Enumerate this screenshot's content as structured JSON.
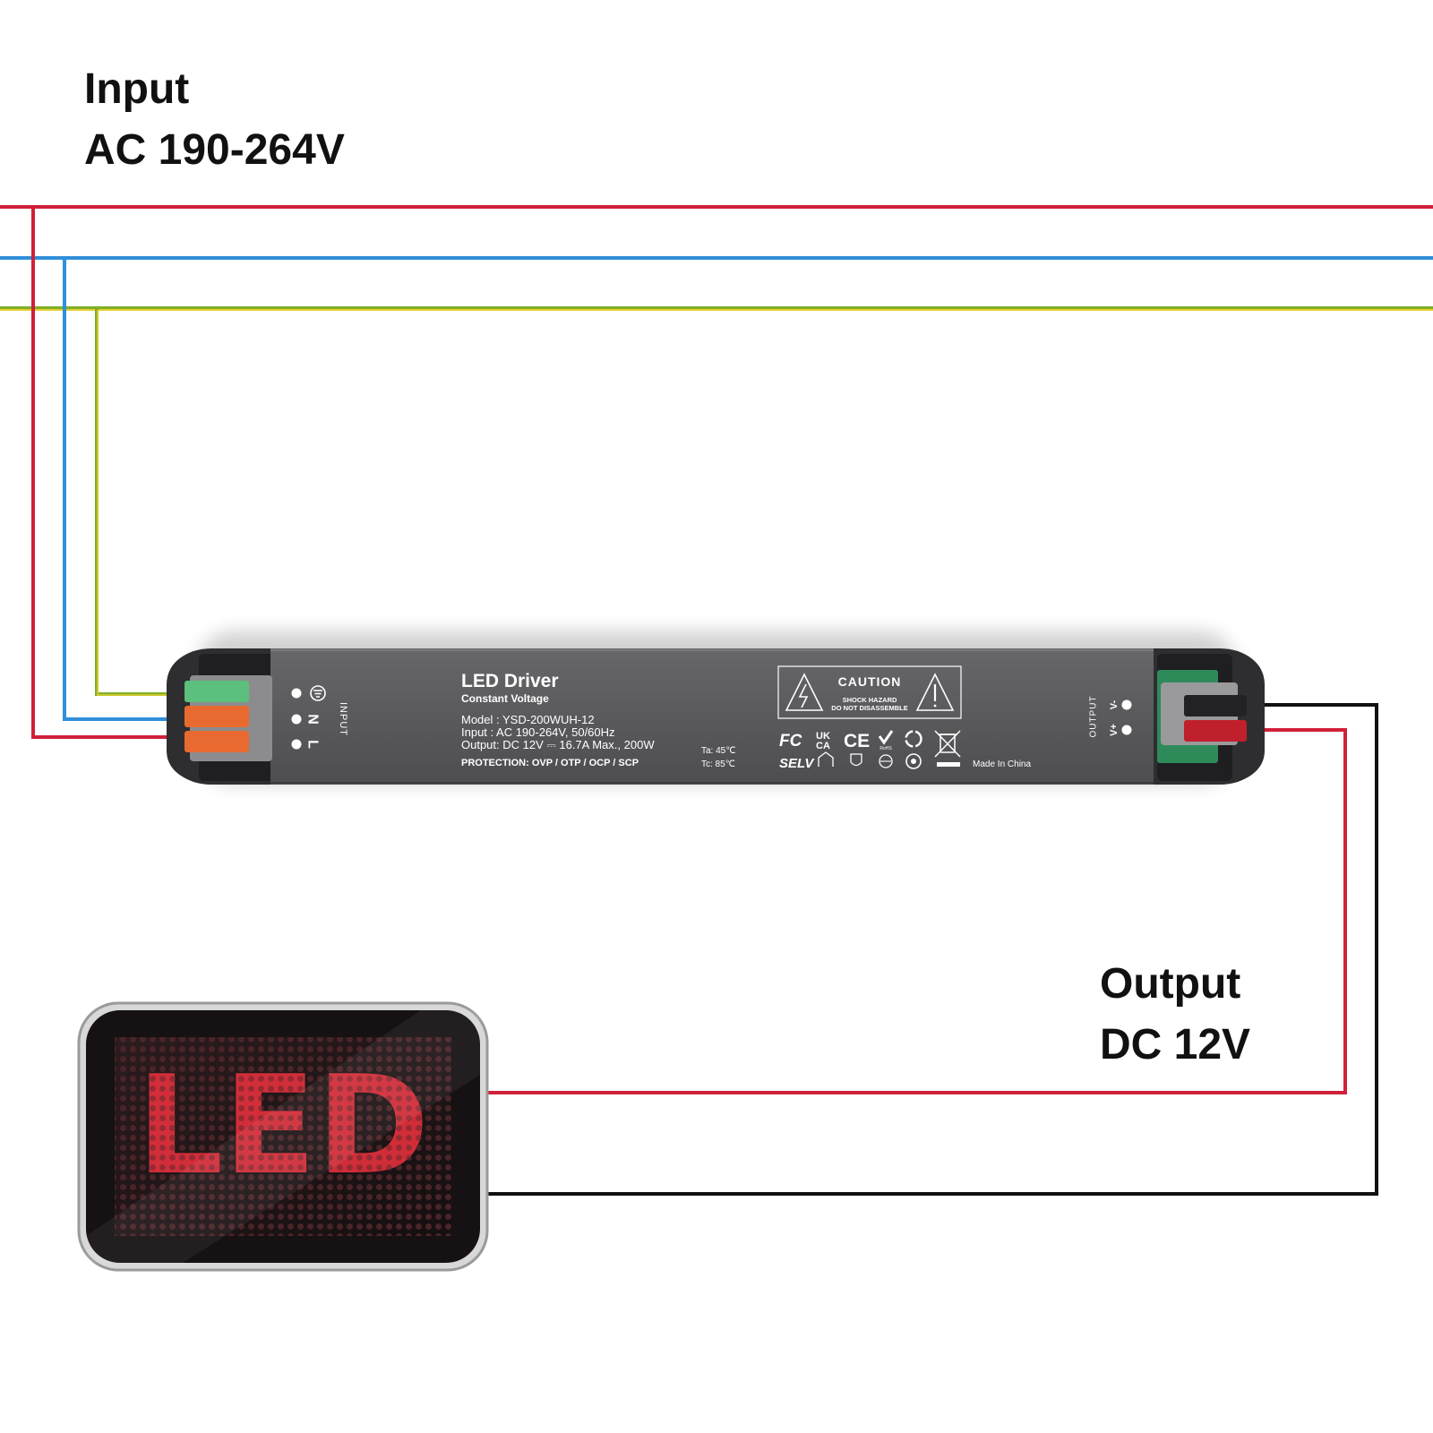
{
  "input": {
    "title": "Input",
    "spec": "AC 190-264V"
  },
  "output": {
    "title": "Output",
    "spec": "DC 12V"
  },
  "driver": {
    "title": "LED Driver",
    "subtitle": "Constant Voltage",
    "model": "Model : YSD-200WUH-12",
    "input": "Input   : AC 190-264V,  50/60Hz",
    "output": "Output: DC 12V  ⎓ 16.7A Max., 200W",
    "protection": "PROTECTION: OVP / OTP / OCP / SCP",
    "ta": "Ta: 45℃",
    "tc": "Tc: 85℃",
    "caution": "CAUTION",
    "shock_hazard": "SHOCK HAZARD",
    "do_not_disassemble": "DO NOT DISASSEMBLE",
    "made_in": "Made In China",
    "input_side_label": "INPUT",
    "output_side_label": "OUTPUT",
    "terminal_n": "N",
    "terminal_l": "L",
    "terminal_vminus": "V-",
    "terminal_vplus": "V+",
    "cert_fc": "FC",
    "cert_ukca_1": "UK",
    "cert_ukca_2": "CA",
    "cert_ce": "CE",
    "cert_rohs": "RoHS",
    "cert_selv": "SELV"
  },
  "led_panel": {
    "text": "LED"
  },
  "colors": {
    "live_wire": "#d0203a",
    "neutral_wire": "#2f8fdb",
    "earth_wire_a": "#7fae2a",
    "earth_wire_b": "#e3cf2a",
    "negative_wire": "#111111",
    "positive_wire": "#d0203a",
    "driver_body": "#5a5a5c",
    "led_red": "#e0303c"
  },
  "icons": [
    "earth-ground-icon",
    "electric-shock-warning-icon",
    "caution-triangle-icon",
    "fc-mark-icon",
    "ukca-mark-icon",
    "ce-mark-icon",
    "rohs-check-icon",
    "recycle-icon",
    "weee-bin-icon",
    "selv-mark-icon",
    "indoor-use-icon"
  ]
}
